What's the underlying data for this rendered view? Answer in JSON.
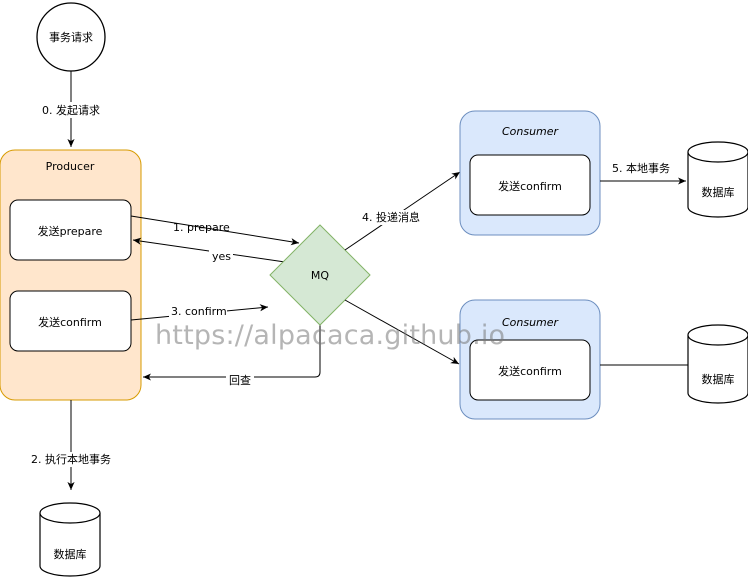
{
  "nodes": {
    "start": "事务请求",
    "producer_title": "Producer",
    "producer_prepare": "发送prepare",
    "producer_confirm": "发送confirm",
    "mq": "MQ",
    "consumer_top_title": "Consumer",
    "consumer_top_confirm": "发送confirm",
    "consumer_bottom_title": "Consumer",
    "consumer_bottom_confirm": "发送confirm",
    "db_producer": "数据库",
    "db_consumer_top": "数据库",
    "db_consumer_bottom": "数据库"
  },
  "edges": {
    "request": "0. 发起请求",
    "prepare": "1. prepare",
    "yes": "yes",
    "confirm": "3. confirm",
    "check_back": "回查",
    "local_tx": "2. 执行本地事务",
    "deliver": "4. 投递消息",
    "consumer_local_tx": "5. 本地事务"
  },
  "watermark": "https://alpacaca.github.io",
  "colors": {
    "producer_fill": "#ffe6cc",
    "producer_stroke": "#d79b00",
    "consumer_fill": "#dae8fc",
    "consumer_stroke": "#6c8ebf",
    "mq_fill": "#d5e8d4",
    "mq_stroke": "#82b366",
    "line": "#000000"
  }
}
